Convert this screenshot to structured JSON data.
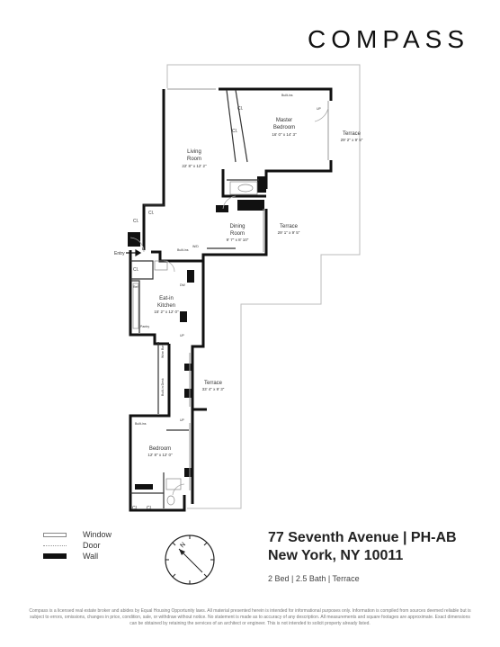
{
  "brand": {
    "name": "COMPASS"
  },
  "rooms": {
    "living": {
      "name": "Living",
      "name2": "Room",
      "dims": "22' 8\" x 12' 2\""
    },
    "master": {
      "name": "Master",
      "name2": "Bedroom",
      "dims": "16' 0\" x 14' 3\""
    },
    "terrace1": {
      "name": "Terrace",
      "dims": "29' 2\" x 9' 5\""
    },
    "dining": {
      "name": "Dining",
      "name2": "Room",
      "dims": "9' 7\" x 8' 10\""
    },
    "terrace2": {
      "name": "Terrace",
      "dims": "29' 1\" x 9' 5\""
    },
    "kitchen": {
      "name": "Eat-in",
      "name2": "Kitchen",
      "dims": "15' 2\" x 12' 0\""
    },
    "terrace3": {
      "name": "Terrace",
      "dims": "33' 4\" x 9' 3\""
    },
    "bedroom": {
      "name": "Bedroom",
      "dims": "12' 8\" x 12' 0\""
    }
  },
  "small_labels": {
    "closet": "Cl.",
    "entry": "Entry",
    "built_ins": "Built-ins",
    "pantry": "Pantry",
    "wine_bar": "Wine Bar",
    "built_in_desk": "Built-in Desk",
    "wd": "W/D",
    "ref": "Ref",
    "dw": "DW",
    "up": "UP"
  },
  "legend": {
    "window": "Window",
    "door": "Door",
    "wall": "Wall"
  },
  "address": {
    "line1": "77 Seventh Avenue | PH-AB",
    "line2": "New York, NY 10011",
    "meta": "2 Bed | 2.5 Bath | Terrace"
  },
  "compass_rose": {
    "north": "N"
  },
  "disclaimer": "Compass is a licensed real estate broker and abides by Equal Housing Opportunity laws. All material presented herein is intended for informational purposes only. Information is compiled from sources deemed reliable but is subject to errors, omissions, changes in price, condition, sale, or withdraw without notice. No statement is made as to accuracy of any description. All measurements and square footages are approximate. Exact dimensions can be obtained by retaining the services of an architect or engineer. This is not intended to solicit property already listed."
}
